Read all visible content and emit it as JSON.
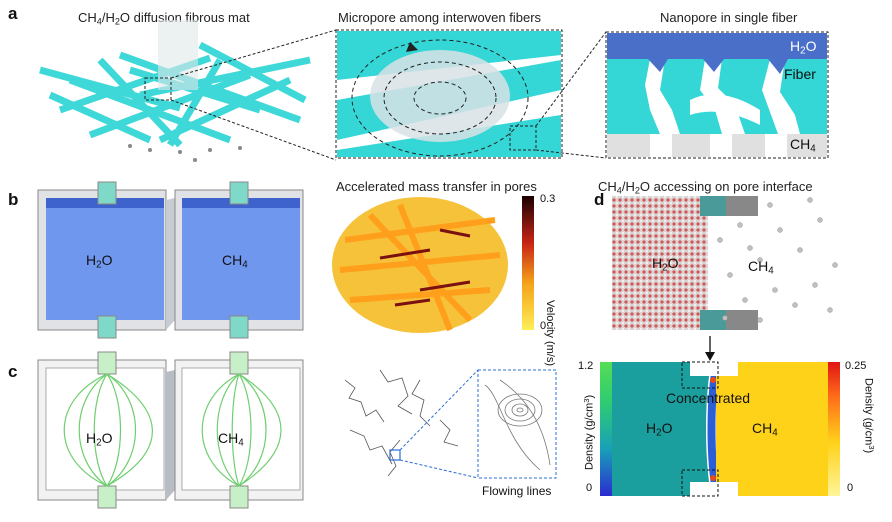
{
  "panels": {
    "a": {
      "label": "a",
      "title_left_pre": "CH",
      "title_left_sub1": "4",
      "title_left_mid": "/H",
      "title_left_sub2": "2",
      "title_left_post": "O diffusion fibrous mat",
      "title_mid": "Micropore among interwoven fibers",
      "title_right": "Nanopore in single fiber",
      "nano_h2o_pre": "H",
      "nano_h2o_sub": "2",
      "nano_h2o_post": "O",
      "nano_fiber": "Fiber",
      "nano_ch4_pre": "CH",
      "nano_ch4_sub": "4"
    },
    "b": {
      "label": "b",
      "h2o_pre": "H",
      "h2o_sub": "2",
      "h2o_post": "O",
      "ch4_pre": "CH",
      "ch4_sub": "4",
      "title_mid": "Accelerated mass transfer in pores",
      "colorbar_max": "0.3",
      "colorbar_min": "0",
      "colorbar_label": "Velocity (m/s)"
    },
    "c": {
      "label": "c",
      "h2o_pre": "H",
      "h2o_sub": "2",
      "h2o_post": "O",
      "ch4_pre": "CH",
      "ch4_sub": "4",
      "flowing_lines": "Flowing lines"
    },
    "d": {
      "label": "d",
      "title_pre": "CH",
      "title_sub1": "4",
      "title_mid": "/H",
      "title_sub2": "2",
      "title_post": "O accessing on pore interface",
      "md_h2o_pre": "H",
      "md_h2o_sub": "2",
      "md_h2o_post": "O",
      "md_ch4_pre": "CH",
      "md_ch4_sub": "4",
      "left_bar_max": "1.2",
      "left_bar_min": "0",
      "left_bar_label_pre": "Density (g/cm",
      "left_bar_label_sup": "3",
      "left_bar_label_post": ")",
      "right_bar_max": "0.25",
      "right_bar_min": "0",
      "right_bar_label_pre": "Density (g/cm",
      "right_bar_label_sup": "3",
      "right_bar_label_post": ")",
      "concentrated": "Concentrated",
      "dens_h2o_pre": "H",
      "dens_h2o_sub": "2",
      "dens_h2o_post": "O",
      "dens_ch4_pre": "CH",
      "dens_ch4_sub": "4"
    }
  },
  "colors": {
    "fiber_cyan": "#35d6d6",
    "water_blue": "#6f97ee",
    "water_dark": "#3e63cc",
    "flow_green": "#6fcf6f",
    "density_teal": "#1a9e9e",
    "density_yellow": "#ffd21a",
    "nano_blue": "#4a6fc9"
  }
}
